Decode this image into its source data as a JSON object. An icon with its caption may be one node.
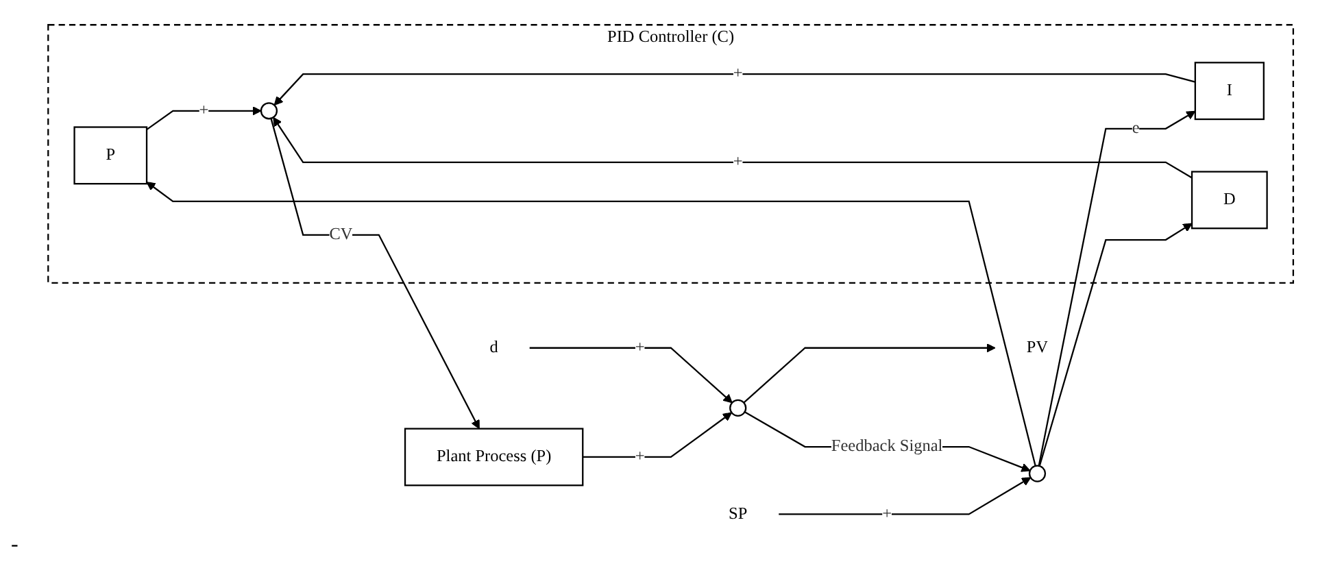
{
  "diagram": {
    "nodes": [
      {
        "text": [
          "PID Controller (C)"
        ]
      },
      {
        "text": [
          "P"
        ],
        "in": 0
      },
      {
        "text": [
          "I"
        ],
        "in": 0
      },
      {
        "text": [
          "D"
        ],
        "in": 0
      },
      {
        "text": [],
        "shape": "circle",
        "in": 0
      },
      {
        "text": [
          "SP"
        ]
      },
      {
        "text": [],
        "shape": "circle"
      },
      {
        "text": [
          "Plant Process (P)"
        ]
      },
      {
        "text": [
          "d"
        ]
      },
      {
        "text": [],
        "shape": "circle"
      },
      {
        "text": [
          "PV"
        ]
      }
    ],
    "edges": [
      {
        "from": 5,
        "to": 6,
        "arrow": "to",
        "label": "+"
      },
      {
        "from": 6,
        "to": 1,
        "arrow": "to"
      },
      {
        "from": 6,
        "to": 2,
        "arrow": "to",
        "label": "e"
      },
      {
        "from": 6,
        "to": 3,
        "arrow": "to"
      },
      {
        "from": 1,
        "to": 4,
        "arrow": "to",
        "label": "+"
      },
      {
        "from": 2,
        "to": 4,
        "arrow": "to",
        "label": "+"
      },
      {
        "from": 3,
        "to": 4,
        "arrow": "to",
        "label": "+"
      },
      {
        "from": 4,
        "to": 7,
        "arrow": "to",
        "label": "CV"
      },
      {
        "from": 7,
        "to": 9,
        "arrow": "to",
        "label": "+"
      },
      {
        "from": 8,
        "to": 9,
        "arrow": "to",
        "label": "+"
      },
      {
        "from": 9,
        "to": 10,
        "arrow": "to"
      },
      {
        "from": 9,
        "to": 6,
        "arrow": "to",
        "label": "Feedback Signal"
      }
    ],
    "labels": [
      "-"
    ]
  }
}
